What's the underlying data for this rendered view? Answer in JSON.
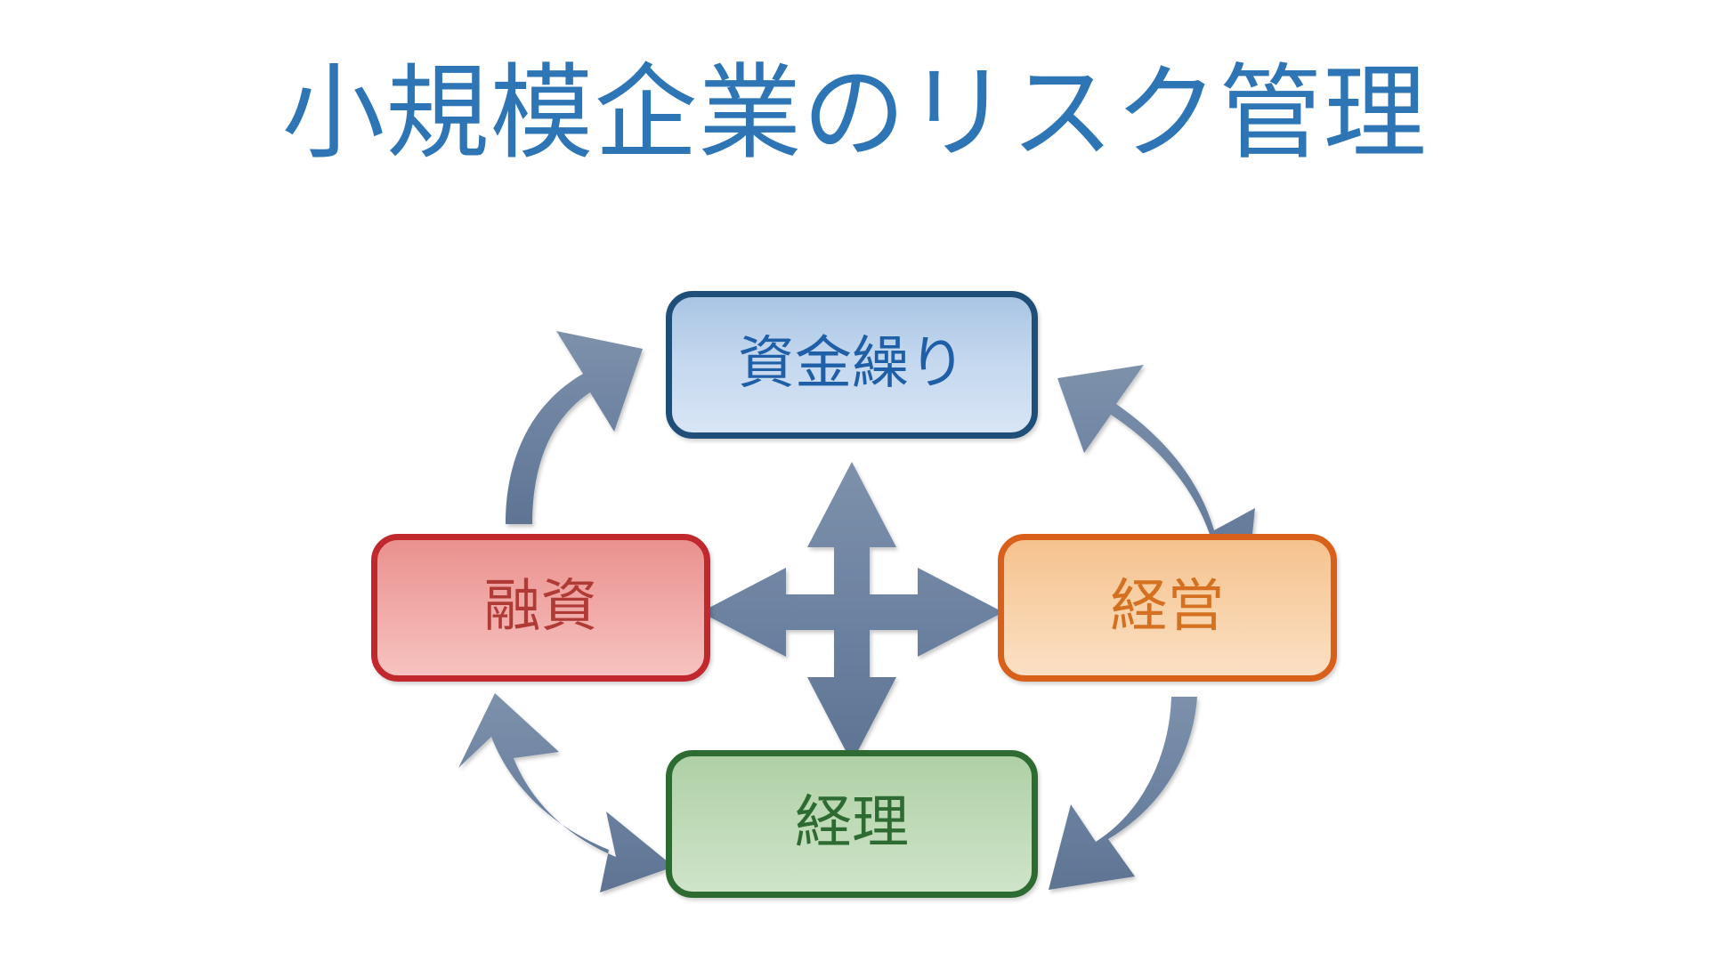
{
  "slide": {
    "title": "小規模企業のリスク管理",
    "title_color": "#2E75B6",
    "background_color": "#FFFFFF"
  },
  "diagram": {
    "type": "cycle-diagram",
    "arrow_color": "#6B81A0",
    "nodes": [
      {
        "id": "shikin",
        "position": "top",
        "label": "資金繰り",
        "fill_color": "#C3D7EE",
        "border_color": "#1F4E79",
        "text_color": "#1F5FA8"
      },
      {
        "id": "yushi",
        "position": "left",
        "label": "融資",
        "fill_color": "#F0A7A4",
        "border_color": "#C0282D",
        "text_color": "#B03A35"
      },
      {
        "id": "keiei",
        "position": "right",
        "label": "経営",
        "fill_color": "#F8D0A6",
        "border_color": "#D9601B",
        "text_color": "#D4701F"
      },
      {
        "id": "keiri",
        "position": "bottom",
        "label": "経理",
        "fill_color": "#BDD9B5",
        "border_color": "#2E6B33",
        "text_color": "#2E6B33"
      }
    ],
    "connectors": [
      {
        "id": "cross",
        "shape": "four-way-arrow",
        "heads": "all-four",
        "from": "center",
        "to": "all-nodes"
      },
      {
        "id": "yushi-to-shikin",
        "shape": "curved-arrow",
        "heads": "single",
        "from": "yushi",
        "to": "shikin"
      },
      {
        "id": "shikin-to-keiei",
        "shape": "curved-arrow",
        "heads": "double",
        "from": "shikin",
        "to": "keiei"
      },
      {
        "id": "yushi-to-keiri",
        "shape": "curved-arrow",
        "heads": "double",
        "from": "yushi",
        "to": "keiri"
      },
      {
        "id": "keiei-to-keiri",
        "shape": "curved-arrow",
        "heads": "single",
        "from": "keiei",
        "to": "keiri"
      }
    ]
  }
}
